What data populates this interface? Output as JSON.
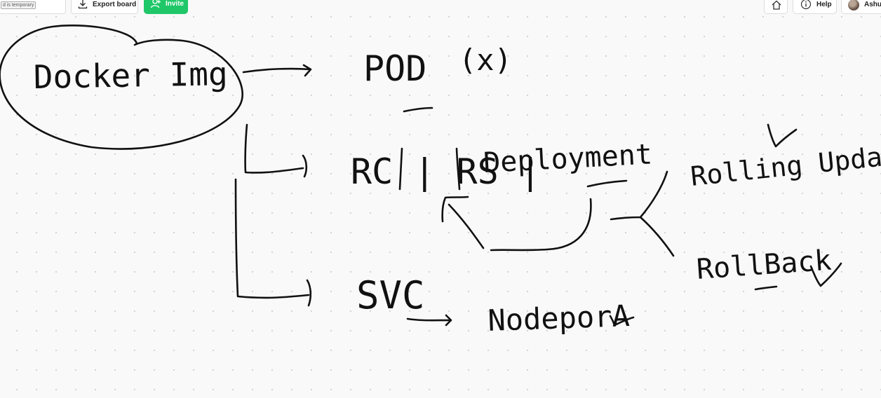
{
  "header": {
    "board_title": "oard",
    "temporary_badge": "d is temporary",
    "export_label": "Export board",
    "invite_label": "Invite",
    "help_label": "Help",
    "user_name": "Ashut"
  },
  "canvas": {
    "handwritten_labels": [
      "Docker Img",
      "POD",
      "(x)",
      "RC | RS |",
      "Deployment",
      "Rolling Updates",
      "RollBack",
      "SVC",
      "NodeporA"
    ]
  },
  "icons": {
    "export": "download-icon",
    "invite": "add-user-icon",
    "home": "home-icon",
    "help": "info-icon",
    "dropdown": "chevron-down-icon"
  },
  "colors": {
    "invite_green": "#1fc768",
    "ink": "#111111",
    "canvas_bg": "#f9f9f9"
  }
}
